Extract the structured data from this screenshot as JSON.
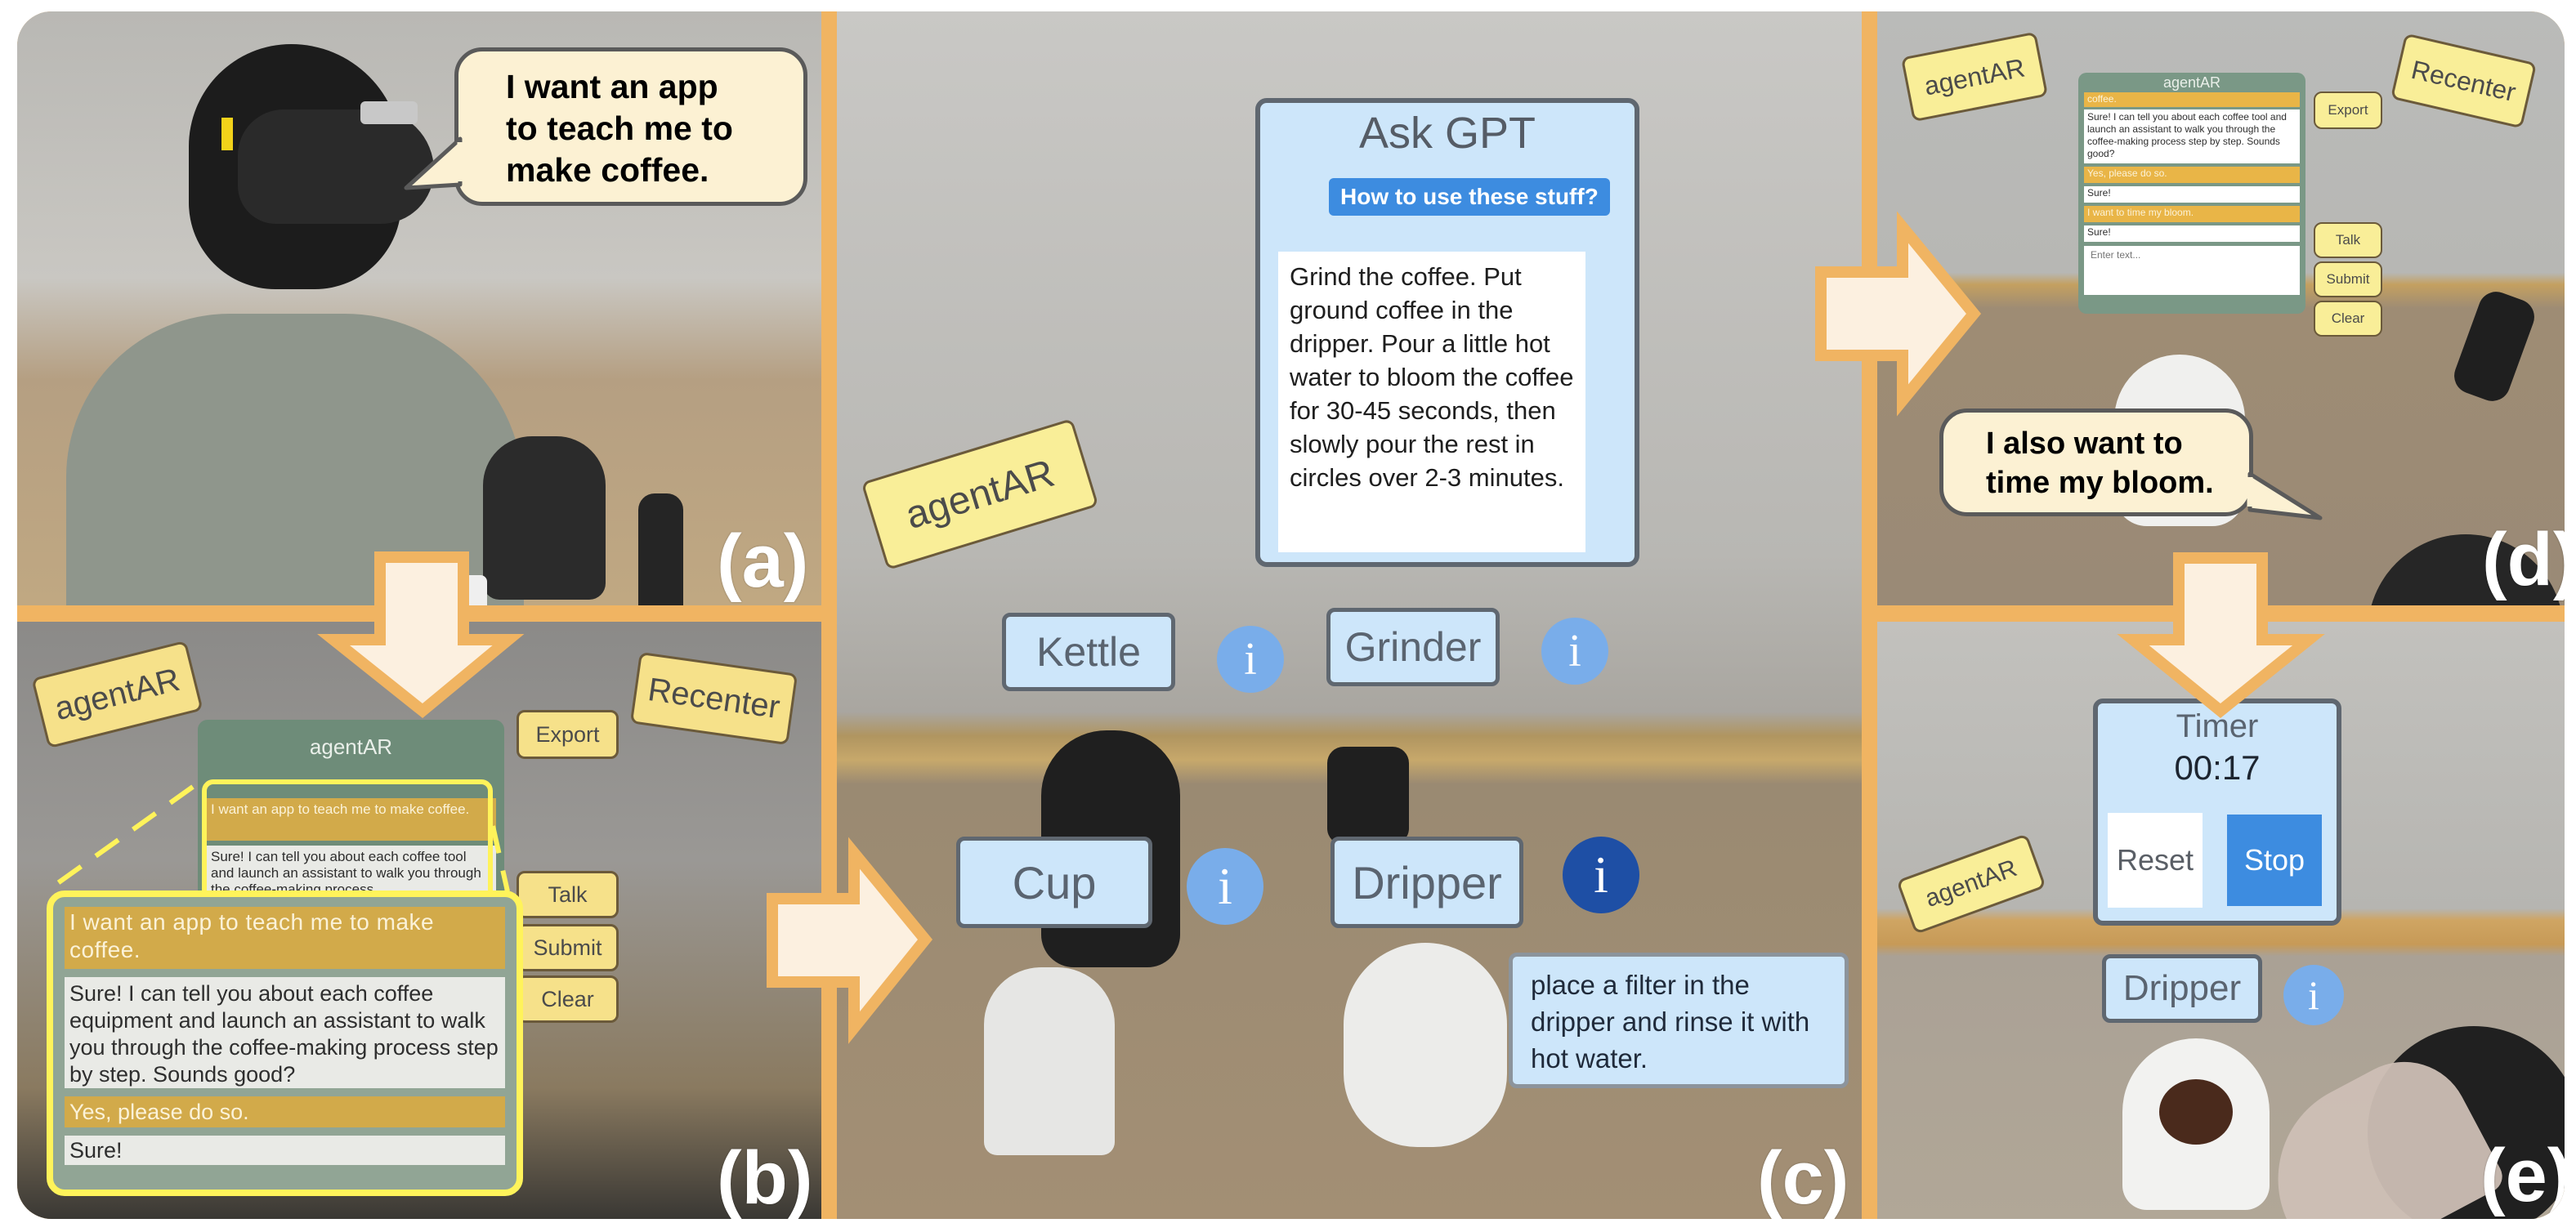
{
  "figure": {
    "accent_color": "#F0B462",
    "arrow_fill": "#FCF0E0",
    "callout_color": "#FFF35A",
    "panels": [
      {
        "id": "a",
        "label": "(a)"
      },
      {
        "id": "b",
        "label": "(b)"
      },
      {
        "id": "c",
        "label": "(c)"
      },
      {
        "id": "d",
        "label": "(d)"
      },
      {
        "id": "e",
        "label": "(e)"
      }
    ]
  },
  "panel_a": {
    "speech": [
      "I want an app",
      "to teach me to",
      "make coffee."
    ]
  },
  "panel_b": {
    "floating_title": "agentAR",
    "recenter_button": "Recenter",
    "chat_title": "agentAR",
    "export_button": "Export",
    "talk_button": "Talk",
    "submit_button": "Submit",
    "clear_button": "Clear",
    "small_messages": [
      {
        "role": "user",
        "text": "I want an app to teach me to make coffee."
      },
      {
        "role": "assistant",
        "text": "Sure! I can tell you about each coffee tool and launch an assistant to walk you through the coffee-making process"
      }
    ],
    "zoom_messages": [
      {
        "role": "user",
        "text": "I want an app to teach me to make coffee."
      },
      {
        "role": "assistant",
        "text": "Sure! I can tell you about each coffee equipment and launch an assistant to walk you through the coffee-making process step by step. Sounds good?"
      },
      {
        "role": "user",
        "text": "Yes, please do so."
      },
      {
        "role": "assistant",
        "text": "Sure!"
      }
    ]
  },
  "panel_c": {
    "floating_title": "agentAR",
    "ask_gpt": {
      "title": "Ask GPT",
      "question": "How to use these stuff?",
      "answer": "Grind the coffee. Put ground coffee in the dripper. Pour a little hot water to bloom the coffee for 30-45 seconds, then slowly pour the rest in circles over 2-3 minutes."
    },
    "objects": [
      {
        "name": "Kettle",
        "info_active": false
      },
      {
        "name": "Grinder",
        "info_active": false
      },
      {
        "name": "Cup",
        "info_active": false
      },
      {
        "name": "Dripper",
        "info_active": true
      }
    ],
    "info_glyph": "i",
    "dripper_tip": "place a filter in the dripper and rinse it with hot water."
  },
  "panel_d": {
    "floating_title": "agentAR",
    "recenter_button": "Recenter",
    "chat_title": "agentAR",
    "export_button": "Export",
    "talk_button": "Talk",
    "submit_button": "Submit",
    "clear_button": "Clear",
    "messages": [
      {
        "role": "user",
        "text": "coffee."
      },
      {
        "role": "assistant",
        "text": "Sure! I can tell you about each coffee tool and launch an assistant to walk you through the coffee-making process step by step. Sounds good?"
      },
      {
        "role": "user",
        "text": "Yes, please do so."
      },
      {
        "role": "assistant",
        "text": "Sure!"
      },
      {
        "role": "user",
        "text": "I want to time my bloom."
      },
      {
        "role": "assistant",
        "text": "Sure!"
      }
    ],
    "input_placeholder": "Enter text...",
    "speech": [
      "I also want to",
      "time my bloom."
    ]
  },
  "panel_e": {
    "floating_title": "agentAR",
    "timer": {
      "title": "Timer",
      "value": "00:17",
      "reset_button": "Reset",
      "stop_button": "Stop"
    },
    "object_label": "Dripper",
    "info_glyph": "i"
  }
}
